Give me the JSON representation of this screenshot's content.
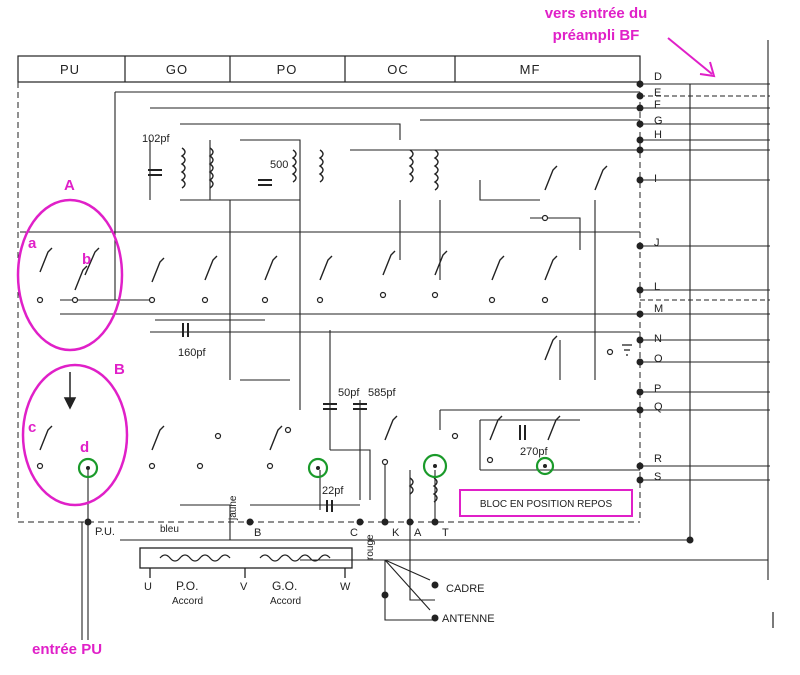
{
  "header": {
    "sections": [
      "PU",
      "GO",
      "PO",
      "OC",
      "MF"
    ]
  },
  "annotations": {
    "top_note_line1": "vers entrée du",
    "top_note_line2": "préampli BF",
    "bottom_note": "entrée PU",
    "group_a": "A",
    "group_b": "B",
    "sub_a": "a",
    "sub_b": "b",
    "sub_c": "c",
    "sub_d": "d",
    "status_box": "BLOC EN POSITION REPOS"
  },
  "right_terminals": [
    "D",
    "E",
    "F",
    "G",
    "H",
    "I",
    "J",
    "L",
    "M",
    "N",
    "O",
    "P",
    "Q",
    "R",
    "S"
  ],
  "components": {
    "c1": "102pf",
    "c2": "500",
    "c3": "160pf",
    "c4": "50pf",
    "c5": "585pf",
    "c6": "22pf",
    "c7": "270pf"
  },
  "bottom": {
    "pu": "P.U.",
    "bleu": "bleu",
    "jaune": "jaune",
    "rouge": "rouge",
    "b": "B",
    "c": "C",
    "k": "K",
    "a": "A",
    "t": "T",
    "u": "U",
    "v": "V",
    "w": "W",
    "po": "P.O.",
    "po_sub": "Accord",
    "go": "G.O.",
    "go_sub": "Accord",
    "cadre": "CADRE",
    "antenne": "ANTENNE"
  },
  "colors": {
    "ink": "#222222",
    "annotation": "#e020c8",
    "highlight": "#1a9a2a"
  }
}
